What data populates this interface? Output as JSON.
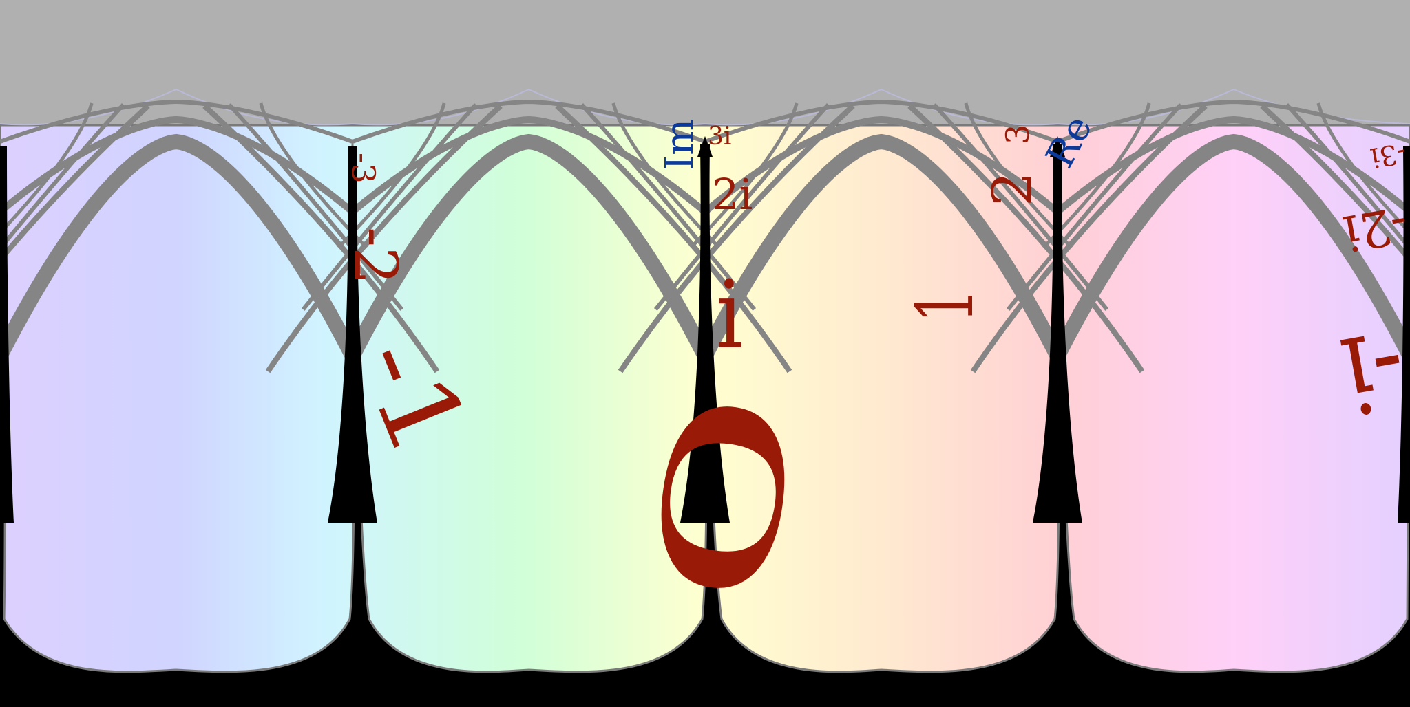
{
  "figure": {
    "description_type": "equirectangular panorama of a complex plane",
    "colors": {
      "sky": "#b0b0b0",
      "ground": "#000000",
      "grid": "#858585",
      "axis": "#000000",
      "number_label": "#9a1a08",
      "axis_label": "#0c3a9a",
      "hue_stops": [
        "#ddd0ff",
        "#d0dcff",
        "#d0fff4",
        "#d0ffd0",
        "#ffffd0",
        "#ffe4d0",
        "#ffd0dc",
        "#ffd0ff",
        "#ddd0ff"
      ]
    }
  },
  "axes": {
    "real_label": "Re",
    "imaginary_label": "Im"
  },
  "labels": {
    "zero": "0",
    "one": "1",
    "two": "2",
    "three": "3",
    "i": "i",
    "two_i": "2i",
    "three_i": "3i",
    "minus_one": "-1",
    "minus_two": "-2",
    "minus_three": "-3",
    "minus_i": "-i",
    "minus_two_i": "-2i",
    "minus_three_i": "-3i"
  }
}
